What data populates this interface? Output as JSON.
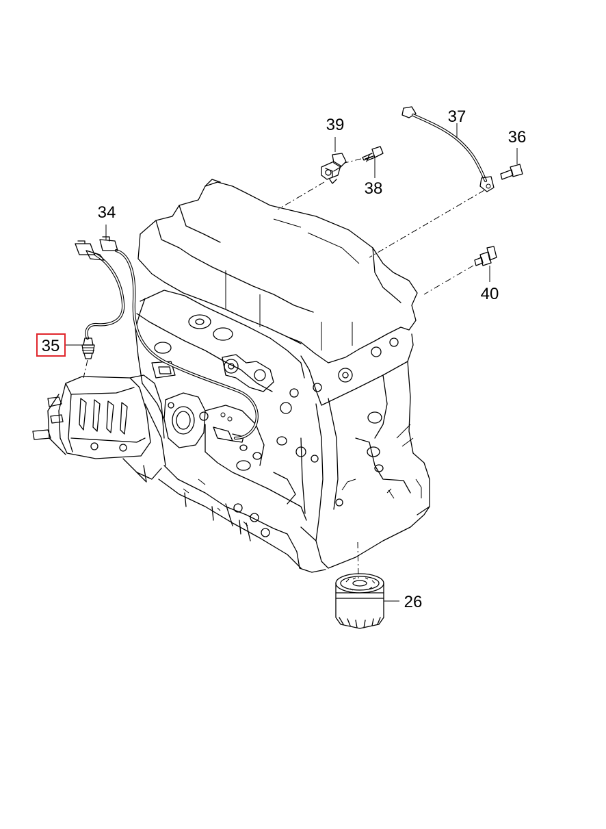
{
  "callouts": [
    {
      "id": "c39",
      "text": "39"
    },
    {
      "id": "c37",
      "text": "37"
    },
    {
      "id": "c36",
      "text": "36"
    },
    {
      "id": "c38",
      "text": "38"
    },
    {
      "id": "c34",
      "text": "34"
    },
    {
      "id": "c40",
      "text": "40"
    },
    {
      "id": "c35",
      "text": "35",
      "highlighted": true
    },
    {
      "id": "c26",
      "text": "26"
    }
  ],
  "colors": {
    "highlight": "#e0252b",
    "line": "#000000",
    "background": "#ffffff"
  }
}
